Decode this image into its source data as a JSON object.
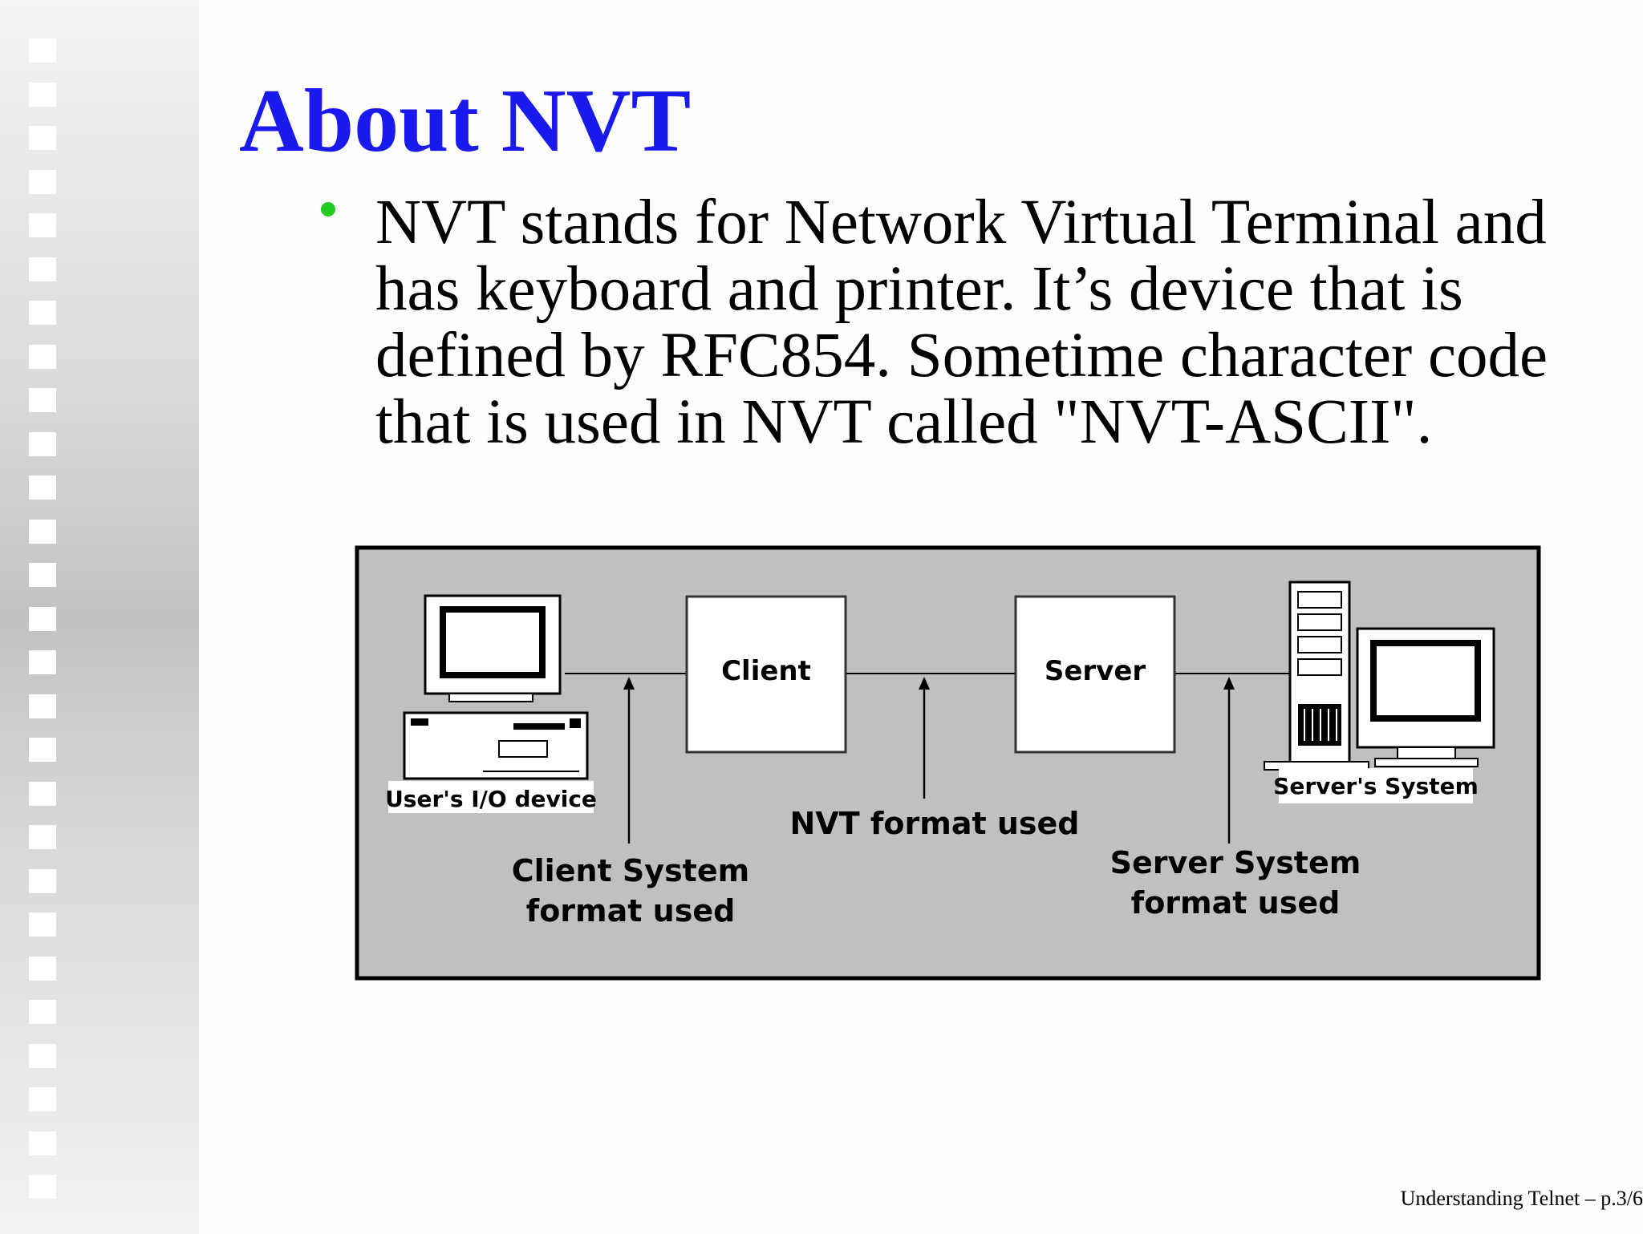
{
  "slide": {
    "title": "About NVT",
    "bullet_text": "NVT stands for Network Virtual Terminal and has keyboard and printer. It’s device that is defined by RFC854. Sometime character code that is used in NVT called \"NVT-ASCII\".",
    "footer": "Understanding Telnet – p.3/6"
  },
  "diagram": {
    "client_box": "Client",
    "server_box": "Server",
    "user_device_label": "User's I/O device",
    "server_system_label": "Server's System",
    "nvt_format_label": "NVT format used",
    "client_format_label": [
      "Client System",
      "format used"
    ],
    "server_format_label": [
      "Server System",
      "format used"
    ]
  },
  "colors": {
    "title": "#1a1aee",
    "bullet": "#22cc22",
    "diagram_background": "#c0c0c0"
  }
}
